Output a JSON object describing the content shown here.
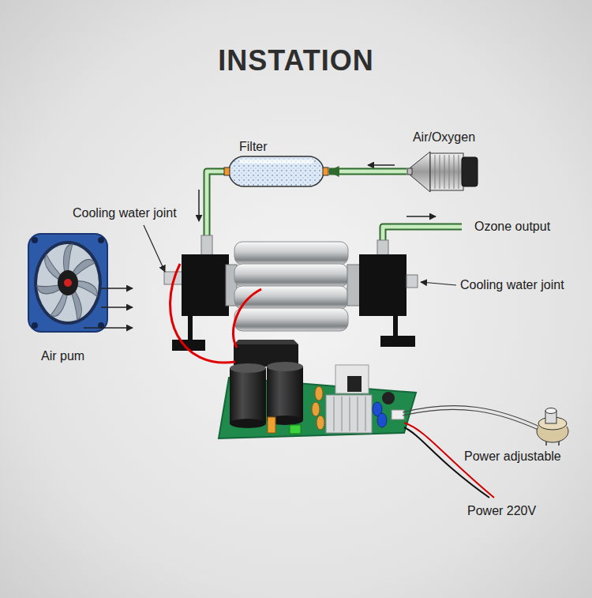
{
  "diagram": {
    "title": "INSTATION",
    "nodes": [
      {
        "text": [
          "Air/Oxygen"
        ]
      },
      {
        "text": [
          "Filter"
        ]
      }
    ],
    "edges": [
      {
        "from": 0,
        "to": 1,
        "arrow": "to"
      }
    ],
    "labels": [
      "Cooling water joint",
      "Ozone output",
      "Cooling water joint",
      "Air pum",
      "Power adjustable",
      "Power 220V"
    ]
  }
}
